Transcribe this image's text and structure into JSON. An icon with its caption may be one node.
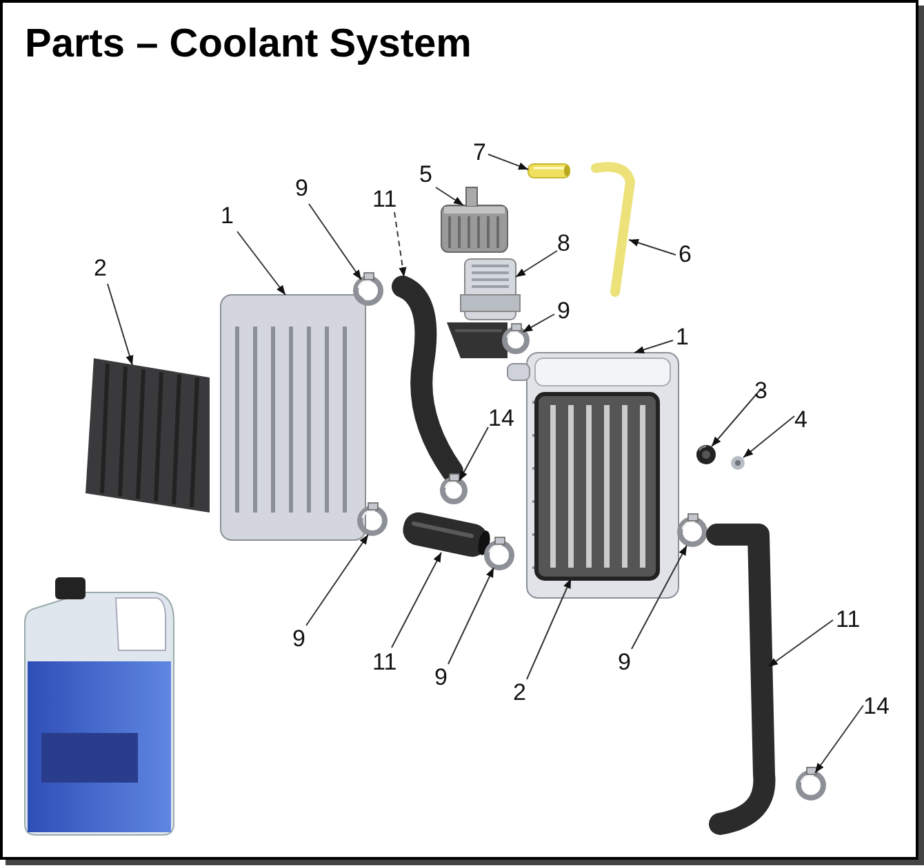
{
  "diagram": {
    "title": "Parts – Coolant System",
    "nodes": [
      {
        "text": [
          "1"
        ]
      },
      {
        "text": [
          "2"
        ]
      },
      {
        "text": [
          "9"
        ]
      },
      {
        "text": [
          "11"
        ]
      },
      {
        "text": [
          "5"
        ]
      },
      {
        "text": [
          "7"
        ]
      },
      {
        "text": [
          "6"
        ]
      },
      {
        "text": [
          "8"
        ]
      },
      {
        "text": [
          "9"
        ]
      },
      {
        "text": [
          "1"
        ]
      },
      {
        "text": [
          "14"
        ]
      },
      {
        "text": [
          "3"
        ]
      },
      {
        "text": [
          "4"
        ]
      },
      {
        "text": [
          "9"
        ]
      },
      {
        "text": [
          "11"
        ]
      },
      {
        "text": [
          "9"
        ]
      },
      {
        "text": [
          "2"
        ]
      },
      {
        "text": [
          "9"
        ]
      },
      {
        "text": [
          "11"
        ]
      },
      {
        "text": [
          "14"
        ]
      },
      {
        "text": [],
        "shape": "picture"
      },
      {
        "text": [],
        "shape": "picture"
      },
      {
        "text": [],
        "shape": "picture"
      },
      {
        "text": [],
        "shape": "picture"
      },
      {
        "text": [],
        "shape": "picture"
      },
      {
        "text": [],
        "shape": "picture"
      },
      {
        "text": [],
        "shape": "picture"
      },
      {
        "text": [],
        "shape": "picture"
      },
      {
        "text": [],
        "shape": "picture"
      },
      {
        "text": [],
        "shape": "picture"
      },
      {
        "text": [],
        "shape": "picture"
      },
      {
        "text": [],
        "shape": "picture"
      },
      {
        "text": [],
        "shape": "picture"
      },
      {
        "text": [],
        "shape": "picture"
      },
      {
        "text": [],
        "shape": "picture"
      },
      {
        "text": [],
        "shape": "picture"
      },
      {
        "text": [],
        "shape": "picture",
        "in": 29
      },
      {
        "text": [],
        "shape": "picture"
      },
      {
        "text": [],
        "shape": "picture"
      },
      {
        "text": [],
        "shape": "picture"
      }
    ],
    "edges": [
      {
        "from": 0,
        "to": 20,
        "arrow": "to"
      },
      {
        "from": 1,
        "to": 21,
        "arrow": "to"
      },
      {
        "from": 2,
        "to": 22,
        "arrow": "to"
      },
      {
        "from": 3,
        "to": 23,
        "arrow": "to",
        "style": "dashed"
      },
      {
        "from": 4,
        "to": 24,
        "arrow": "to"
      },
      {
        "from": 5,
        "to": 25,
        "arrow": "to"
      },
      {
        "from": 6,
        "to": 26,
        "arrow": "to"
      },
      {
        "from": 7,
        "to": 27,
        "arrow": "to"
      },
      {
        "from": 8,
        "to": 28,
        "arrow": "to"
      },
      {
        "from": 9,
        "to": 29,
        "arrow": "to"
      },
      {
        "from": 10,
        "to": 30,
        "arrow": "to"
      },
      {
        "from": 11,
        "to": 31,
        "arrow": "to"
      },
      {
        "from": 12,
        "to": 32,
        "arrow": "to"
      },
      {
        "from": 13,
        "to": 33,
        "arrow": "to"
      },
      {
        "from": 14,
        "to": 34,
        "arrow": "to"
      },
      {
        "from": 15,
        "to": 35,
        "arrow": "to"
      },
      {
        "from": 16,
        "to": 36,
        "arrow": "to"
      },
      {
        "from": 17,
        "to": 37,
        "arrow": "to"
      },
      {
        "from": 18,
        "to": 38,
        "arrow": "to"
      },
      {
        "from": 19,
        "to": 39,
        "arrow": "to"
      }
    ]
  }
}
